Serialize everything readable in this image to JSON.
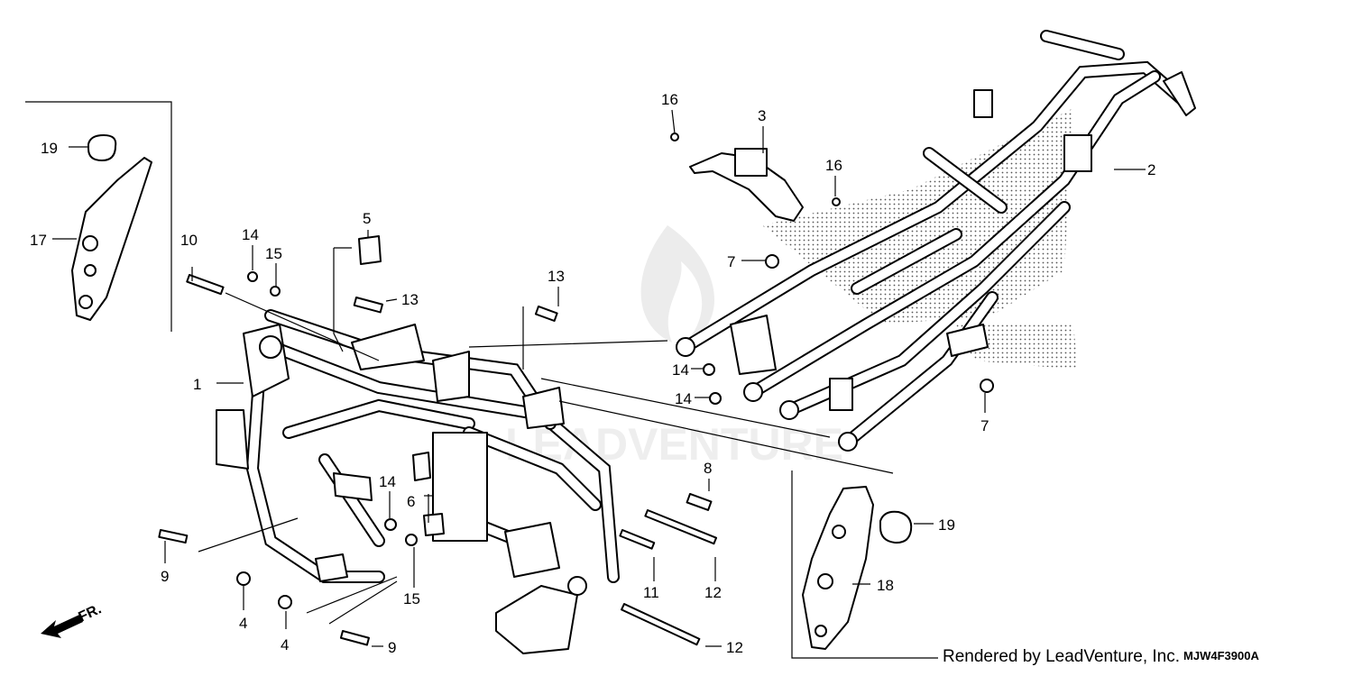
{
  "callouts": [
    {
      "id": "c19a",
      "text": "19"
    },
    {
      "id": "c17",
      "text": "17"
    },
    {
      "id": "c10",
      "text": "10"
    },
    {
      "id": "c14a",
      "text": "14"
    },
    {
      "id": "c15a",
      "text": "15"
    },
    {
      "id": "c5",
      "text": "5"
    },
    {
      "id": "c13a",
      "text": "13"
    },
    {
      "id": "c13b",
      "text": "13"
    },
    {
      "id": "c1",
      "text": "1"
    },
    {
      "id": "c16a",
      "text": "16"
    },
    {
      "id": "c3",
      "text": "3"
    },
    {
      "id": "c16b",
      "text": "16"
    },
    {
      "id": "c2",
      "text": "2"
    },
    {
      "id": "c7a",
      "text": "7"
    },
    {
      "id": "c14b",
      "text": "14"
    },
    {
      "id": "c14c",
      "text": "14"
    },
    {
      "id": "c7b",
      "text": "7"
    },
    {
      "id": "c8",
      "text": "8"
    },
    {
      "id": "c14d",
      "text": "14"
    },
    {
      "id": "c6",
      "text": "6"
    },
    {
      "id": "c9a",
      "text": "9"
    },
    {
      "id": "c4a",
      "text": "4"
    },
    {
      "id": "c15b",
      "text": "15"
    },
    {
      "id": "c4b",
      "text": "4"
    },
    {
      "id": "c9b",
      "text": "9"
    },
    {
      "id": "c11",
      "text": "11"
    },
    {
      "id": "c12a",
      "text": "12"
    },
    {
      "id": "c12b",
      "text": "12"
    },
    {
      "id": "c19b",
      "text": "19"
    },
    {
      "id": "c18",
      "text": "18"
    }
  ],
  "direction_label": "FR.",
  "footer": {
    "credit": "Rendered by LeadVenture, Inc.",
    "code": "MJW4F3900A"
  },
  "watermark": "LEADVENTURE"
}
